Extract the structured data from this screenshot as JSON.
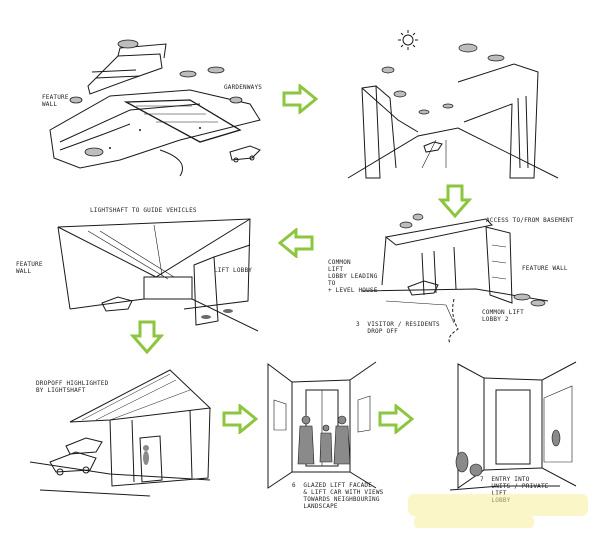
{
  "panels": [
    {
      "id": 1,
      "notes": {
        "feature_wall": "FEATURE\nWALL",
        "gardenways": "GARDENWAYS"
      }
    },
    {
      "id": 2,
      "notes": {}
    },
    {
      "id": 3,
      "notes": {
        "lightshaft": "LIGHTSHAFT TO GUIDE VEHICLES",
        "feature_wall": "FEATURE\nWALL",
        "lift_lobby": "LIFT LOBBY"
      }
    },
    {
      "id": 4,
      "notes": {
        "access": "ACCESS TO/FROM BASEMENT",
        "common_lift": "COMMON\nLIFT\nLOBBY LEADING\nTO\n+ LEVEL HOUSE",
        "feature_wall": "FEATURE WALL",
        "visitor": "3  VISITOR / RESIDENTS\n   DROP OFF",
        "lift_lobby_2": "COMMON LIFT\nLOBBY 2"
      }
    },
    {
      "id": 5,
      "notes": {
        "drop_off": "DROPOFF HIGHLIGHTED\nBY LIGHTSHAFT"
      }
    },
    {
      "id": 6,
      "notes": {
        "glazed": "6  GLAZED LIFT FACADE\n   & LIFT CAR WITH VIEWS\n   TOWARDS NEIGHBOURING\n   LANDSCAPE"
      }
    },
    {
      "id": 7,
      "notes": {
        "entry": "7  ENTRY INTO\n   UNITS / PRIVATE\n   LIFT\n   LOBBY"
      }
    }
  ],
  "colors": {
    "arrow_fill": "#ffffff",
    "arrow_stroke": "#8cc63f",
    "ink": "#1a1a1a",
    "watermark": "#f7ef9a"
  },
  "icons": [
    "arrow-right-icon",
    "arrow-down-icon",
    "arrow-left-icon",
    "sun-icon"
  ]
}
